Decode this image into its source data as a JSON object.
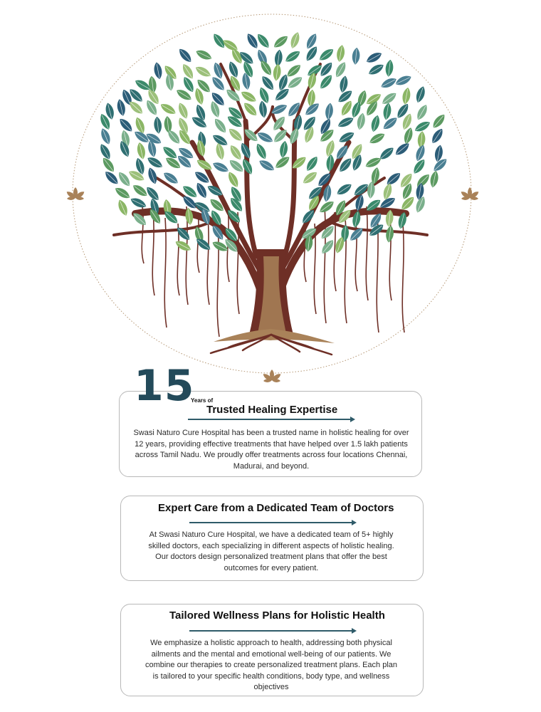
{
  "colors": {
    "accent": "#2f5b69",
    "trunk": "#6e2f26",
    "trunk_light": "#a98259",
    "ornament": "#a98259",
    "leaf_palette": [
      "#2f6f72",
      "#3b8a6b",
      "#5c9a61",
      "#8bb665",
      "#7aaf8b",
      "#2c5d78",
      "#4a7f92",
      "#9cc07a"
    ]
  },
  "experience": {
    "number": "15",
    "years_label": "Years of",
    "title": "Trusted Healing Expertise",
    "body": "Swasi Naturo Cure Hospital has been a trusted name in holistic healing for over 12 years, providing effective treatments that have helped over 1.5 lakh patients across Tamil Nadu. We proudly offer treatments across four locations Chennai, Madurai, and beyond."
  },
  "doctors": {
    "title": "Expert Care from a Dedicated Team of Doctors",
    "body": "At Swasi Naturo Cure Hospital, we have a dedicated team of 5+ highly skilled doctors, each specializing in different aspects of holistic healing. Our doctors design personalized treatment plans that offer the best outcomes for every patient."
  },
  "wellness": {
    "title": "Tailored Wellness Plans for Holistic Health",
    "body": "We emphasize a holistic approach to health, addressing both physical ailments and the mental and emotional well-being of our patients. We combine our therapies to create personalized treatment plans. Each plan is tailored to your specific health conditions, body type, and wellness objectives"
  },
  "icons": {
    "tree": "banyan-tree-illustration",
    "ornament": "lotus-leaf-ornament-icon",
    "arrow": "arrow-right-icon"
  }
}
